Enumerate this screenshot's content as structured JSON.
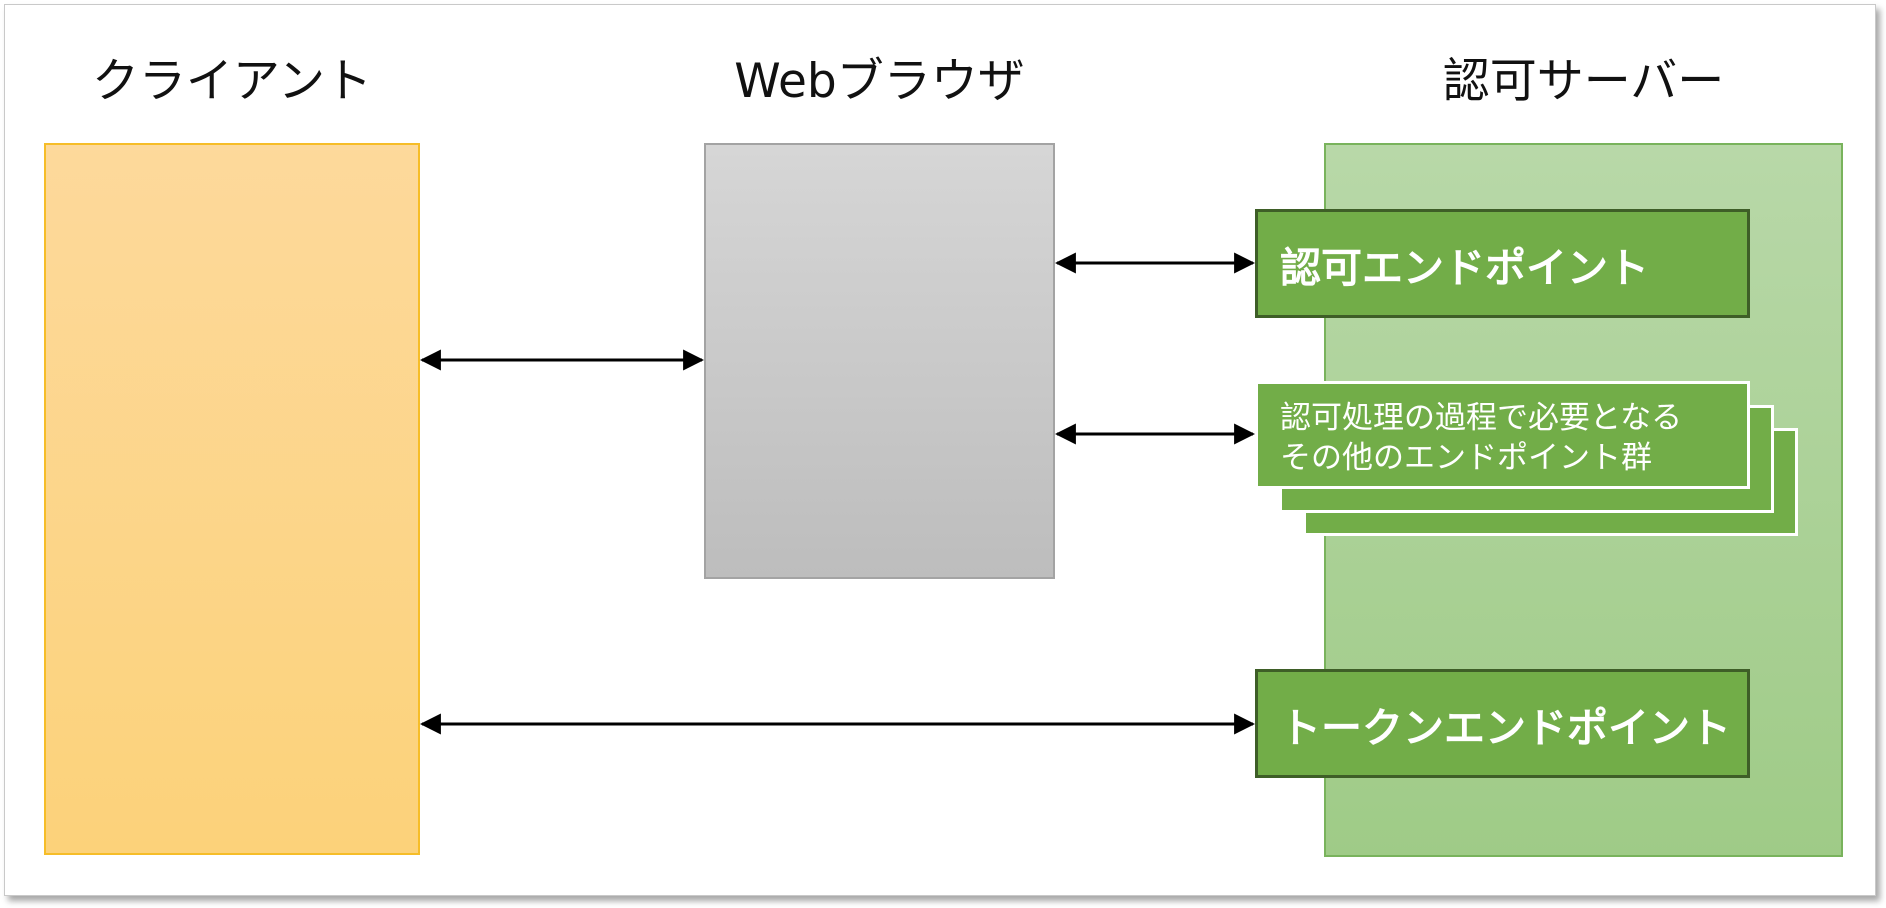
{
  "columns": {
    "client": "クライアント",
    "browser": "Webブラウザ",
    "server": "認可サーバー"
  },
  "endpoints": {
    "authorization": "認可エンドポイント",
    "others_line1": "認可処理の過程で必要となる",
    "others_line2": "その他のエンドポイント群",
    "token": "トークンエンドポイント"
  },
  "colors": {
    "client_fill": "#fdd99b",
    "client_border": "#f6bd28",
    "browser_fill": "#cccccc",
    "browser_border": "#a3a3a3",
    "server_fill": "#aed09a",
    "server_border": "#79b35c",
    "endpoint_fill": "#72ad48",
    "endpoint_border": "#3e5e27"
  }
}
